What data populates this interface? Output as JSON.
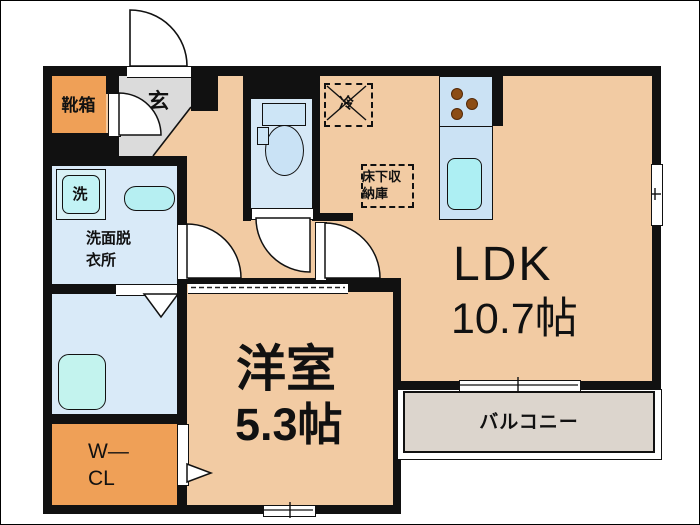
{
  "floorplan": {
    "rooms": {
      "ldk": {
        "label": "LDK",
        "area": "10.7帖"
      },
      "western_room": {
        "label": "洋室",
        "area": "5.3帖"
      },
      "balcony": {
        "label": "バルコニー"
      },
      "entrance": {
        "label": "玄"
      },
      "shoe_cabinet": {
        "label": "靴箱"
      },
      "washroom": {
        "label_line1": "洗面脱",
        "label_line2": "衣所"
      },
      "walk_in_closet": {
        "label_line1": "W—",
        "label_line2": "CL"
      }
    },
    "fixtures": {
      "washer": {
        "label": "洗"
      },
      "refrigerator": {
        "label": "冷"
      },
      "underfloor_storage": {
        "label_line1": "床下収",
        "label_line2": "納庫"
      }
    },
    "colors": {
      "floor_peach": "#F2CBA3",
      "accent_orange": "#EFA057",
      "entrance_gray": "#DBDBDB",
      "balcony_gray": "#DCD5CD",
      "room_blue": "#D9EAF8",
      "fixture_cyan": "#B6EFF2",
      "counter_blue": "#CBE2F4",
      "burner_brown": "#8C4D15",
      "wall_black": "#111111"
    }
  }
}
